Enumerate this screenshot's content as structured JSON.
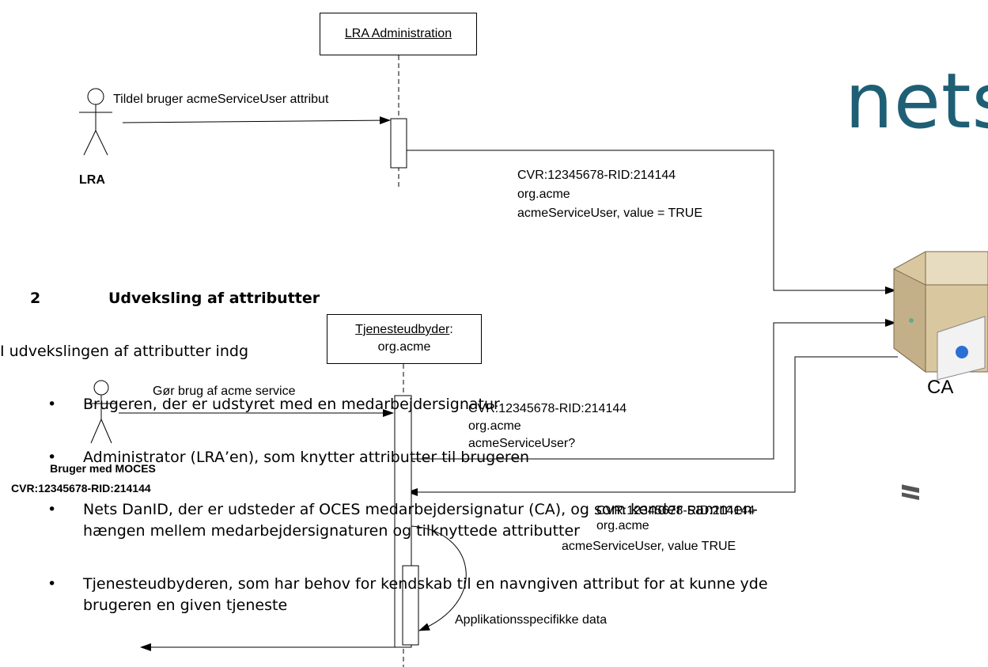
{
  "logo": {
    "text": "nets",
    "color": "#1f5f75"
  },
  "lifelines": {
    "lra_admin": "LRA Administration",
    "provider_line1": "Tjenesteudbyder",
    "provider_line1_suffix": ":",
    "provider_line2": "org.acme"
  },
  "actors": {
    "lra": "LRA",
    "user_line1": "Bruger med MOCES",
    "user_line2": "CVR:12345678-RID:214144",
    "ca": "CA"
  },
  "messages": {
    "assign": "Tildel bruger acmeServiceUser attribut",
    "to_ca_1": "CVR:12345678-RID:214144",
    "to_ca_2": "org.acme",
    "to_ca_3": "acmeServiceUser, value = TRUE",
    "use_service": "Gør brug af acme service",
    "query_1": "CVR:12345678-RID:214144",
    "query_2": "org.acme",
    "query_3": "acmeServiceUser?",
    "reply_1": "CVR:12345678-RID:214144",
    "reply_2": "org.acme",
    "reply_3": "acmeServiceUser, value TRUE",
    "app_data": "Applikationsspecifikke data"
  },
  "document": {
    "section_number": "2",
    "section_title": "Udveksling af attributter",
    "intro": "I udvekslingen af attributter indg",
    "bullets": [
      {
        "line1": "Brugeren, der er udstyret med en medarbejdersignatur"
      },
      {
        "line1": "Administrator (LRA’en), som knytter attributter til brugeren"
      },
      {
        "line1": "Nets DanID, der er udsteder af OCES medarbejdersignatur (CA), og som kender sammen-",
        "line2": "hængen mellem medarbejdersignaturen og tilknyttede attributter"
      },
      {
        "line1": "Tjenesteudbyderen, som har behov for kendskab til en navngiven attribut for at kunne yde",
        "line2": "brugeren en given tjeneste"
      }
    ],
    "bullet_symbol": "•"
  }
}
